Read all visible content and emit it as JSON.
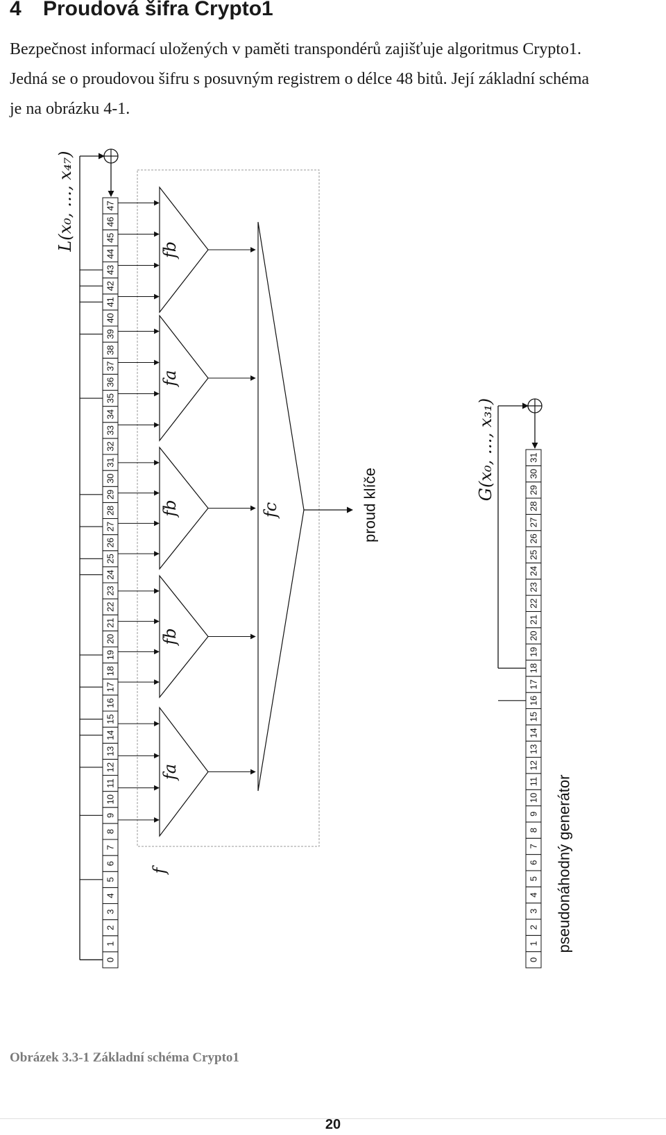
{
  "heading": {
    "number": "4",
    "title": "Proudová šifra Crypto1"
  },
  "paragraph": {
    "lines": [
      "Bezpečnost informací uložených v paměti transpondérů zajišťuje algoritmus Crypto1.",
      "Jedná se o proudovou šifru s posuvným registrem o délce 48 bitů. Její základní schéma",
      "je na obrázku 4-1."
    ]
  },
  "diagram": {
    "lfsr_label": "L(x₀, …, x₄₇)",
    "lfsr_cells": [
      "0",
      "1",
      "2",
      "3",
      "4",
      "5",
      "6",
      "7",
      "8",
      "9",
      "10",
      "11",
      "12",
      "13",
      "14",
      "15",
      "16",
      "17",
      "18",
      "19",
      "20",
      "21",
      "22",
      "23",
      "24",
      "25",
      "26",
      "27",
      "28",
      "29",
      "30",
      "31",
      "32",
      "33",
      "34",
      "35",
      "36",
      "37",
      "38",
      "39",
      "40",
      "41",
      "42",
      "43",
      "44",
      "45",
      "46",
      "47"
    ],
    "f_label": "f",
    "sub_functions": [
      "fa",
      "fb",
      "fb",
      "fa",
      "fb"
    ],
    "fc_label": "fc",
    "keystream_label": "proud klíče",
    "prng_label": "G(x₀, …, x₃₁)",
    "prng_cells": [
      "0",
      "1",
      "2",
      "3",
      "4",
      "5",
      "6",
      "7",
      "8",
      "9",
      "10",
      "11",
      "12",
      "13",
      "14",
      "15",
      "16",
      "17",
      "18",
      "19",
      "20",
      "21",
      "22",
      "23",
      "24",
      "25",
      "26",
      "27",
      "28",
      "29",
      "30",
      "31"
    ],
    "prng_caption": "pseudonáhodný generátor",
    "xor_symbol": "⊕"
  },
  "caption": "Obrázek 3.3-1 Základní schéma Crypto1",
  "page_number": "20"
}
